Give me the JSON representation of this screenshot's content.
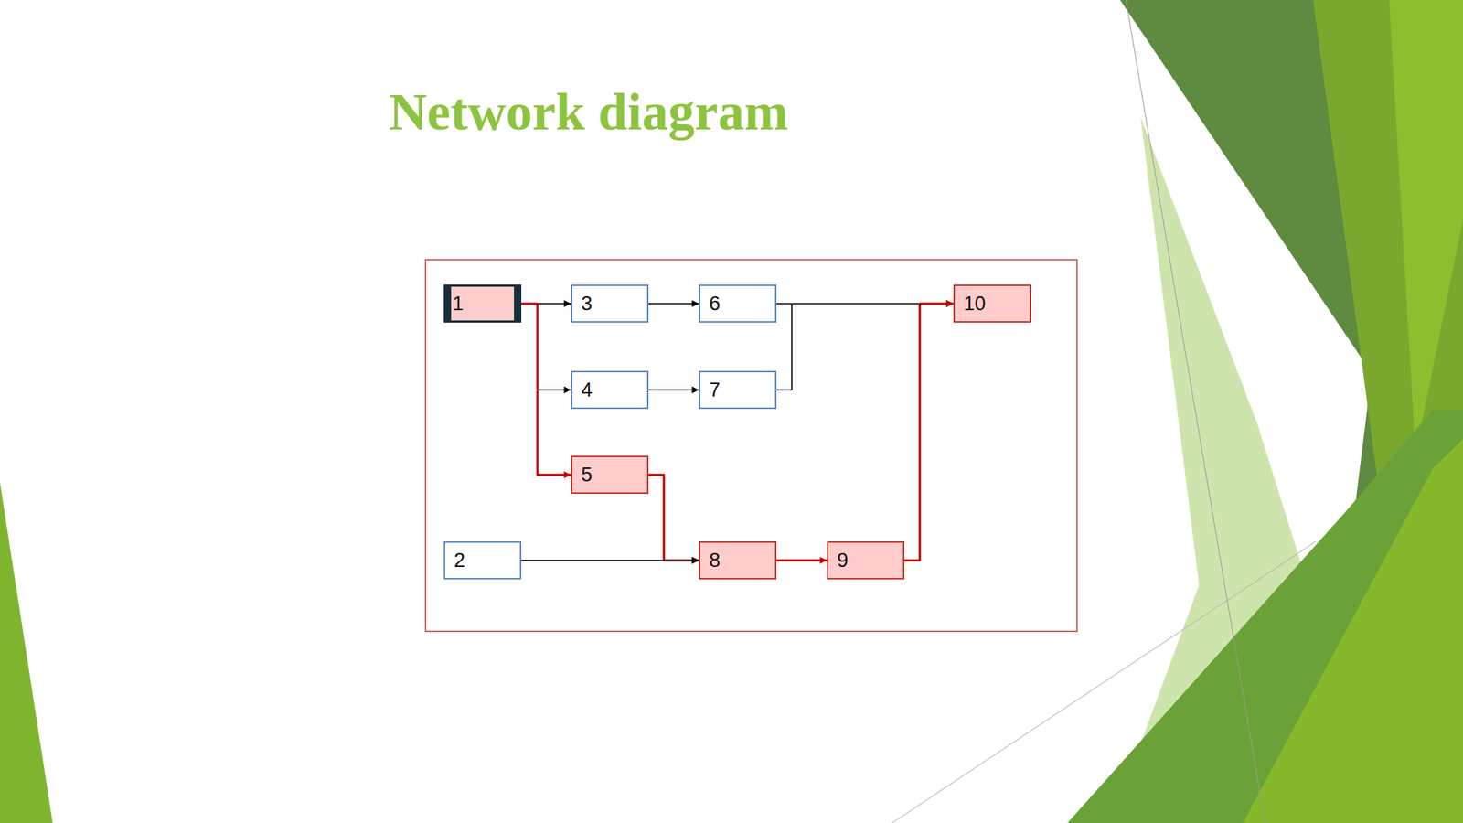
{
  "diagram": {
    "title": "Network diagram",
    "nodes": [
      {
        "text": [
          "1"
        ]
      },
      {
        "text": [
          "3"
        ]
      },
      {
        "text": [
          "6"
        ]
      },
      {
        "text": [
          "10"
        ]
      },
      {
        "text": [
          "4"
        ]
      },
      {
        "text": [
          "7"
        ]
      },
      {
        "text": [
          "5"
        ]
      },
      {
        "text": [
          "2"
        ]
      },
      {
        "text": [
          "8"
        ]
      },
      {
        "text": [
          "9"
        ]
      }
    ],
    "edges": [
      {
        "from": 0,
        "to": 1,
        "arrow": "to"
      },
      {
        "from": 0,
        "to": 4,
        "arrow": "to"
      },
      {
        "from": 0,
        "to": 6,
        "arrow": "to"
      },
      {
        "from": 1,
        "to": 2,
        "arrow": "to"
      },
      {
        "from": 4,
        "to": 5,
        "arrow": "to"
      },
      {
        "from": 2,
        "to": 3,
        "arrow": "to"
      },
      {
        "from": 5,
        "to": 3,
        "arrow": "to"
      },
      {
        "from": 6,
        "to": 8,
        "arrow": "to"
      },
      {
        "from": 7,
        "to": 8,
        "arrow": "to"
      },
      {
        "from": 8,
        "to": 9,
        "arrow": "to"
      },
      {
        "from": 9,
        "to": 3,
        "arrow": "to"
      }
    ]
  }
}
